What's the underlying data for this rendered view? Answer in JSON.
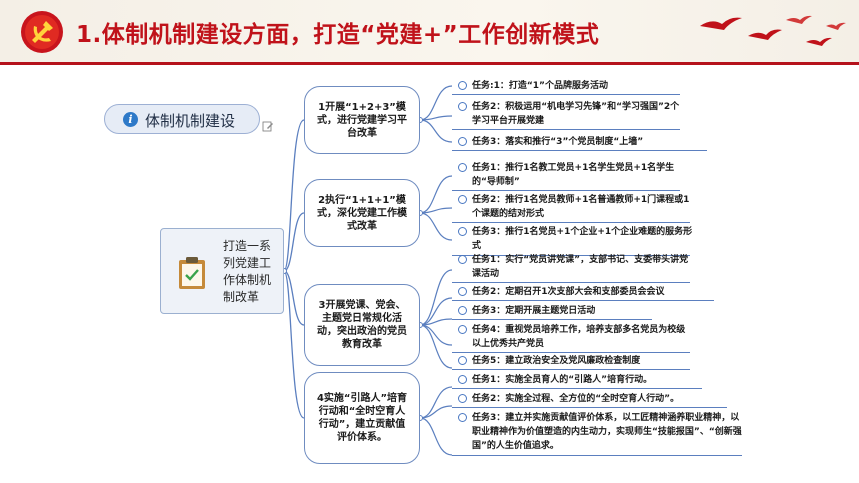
{
  "header": {
    "title": "1.体制机制建设方面，打造“党建+”工作创新模式",
    "logo_icon": "party-emblem-icon",
    "decoration_icon": "flying-birds-icon",
    "accent_color": "#c0121a",
    "underline_color": "#b5121b"
  },
  "mindmap": {
    "root": {
      "label": "体制机制建设",
      "icon": "info-icon"
    },
    "center": {
      "label": "打造一系列党建工作体制机制改革",
      "icon": "clipboard-check-icon"
    },
    "branches": [
      {
        "label": "1开展“1+2+3”模式，进行党建学习平台改革",
        "tasks": [
          "任务:1：打造“1”个品牌服务活动",
          "任务2：积极运用“机电学习先锋”和“学习强国”2个学习平台开展党建",
          "任务3：落实和推行“3”个党员制度“上墙”"
        ]
      },
      {
        "label": "2执行“1+1+1”模式，深化党建工作模式改革",
        "tasks": [
          "任务1：推行1名教工党员+1名学生党员+1名学生的“导师制”",
          "任务2：推行1名党员教师+1名普通教师+1门课程或1个课题的结对形式",
          "任务3：推行1名党员+1个企业+1个企业难题的服务形式"
        ]
      },
      {
        "label": "3开展党课、党会、主题党日常规化活动，突出政治的党员教育改革",
        "tasks": [
          "任务1：实行“党员讲党课”，支部书记、支委带头讲党课活动",
          "任务2：定期召开1次支部大会和支部委员会会议",
          "任务3：定期开展主题党日活动",
          "任务4：重视党员培养工作，培养支部多名党员为校级以上优秀共产党员",
          "任务5：建立政治安全及党风廉政检查制度"
        ]
      },
      {
        "label": "4实施“引路人”培育行动和“全时空育人行动”，建立贡献值评价体系。",
        "tasks": [
          "任务1：实施全员育人的“引路人”培育行动。",
          "任务2：实施全过程、全方位的“全时空育人行动”。",
          "任务3：建立并实施贡献值评价体系，以工匠精神涵养职业精神，以职业精神作为价值塑造的内生动力，实现师生“技能报国”、“创新强国”的人生价值追求。"
        ]
      }
    ]
  }
}
